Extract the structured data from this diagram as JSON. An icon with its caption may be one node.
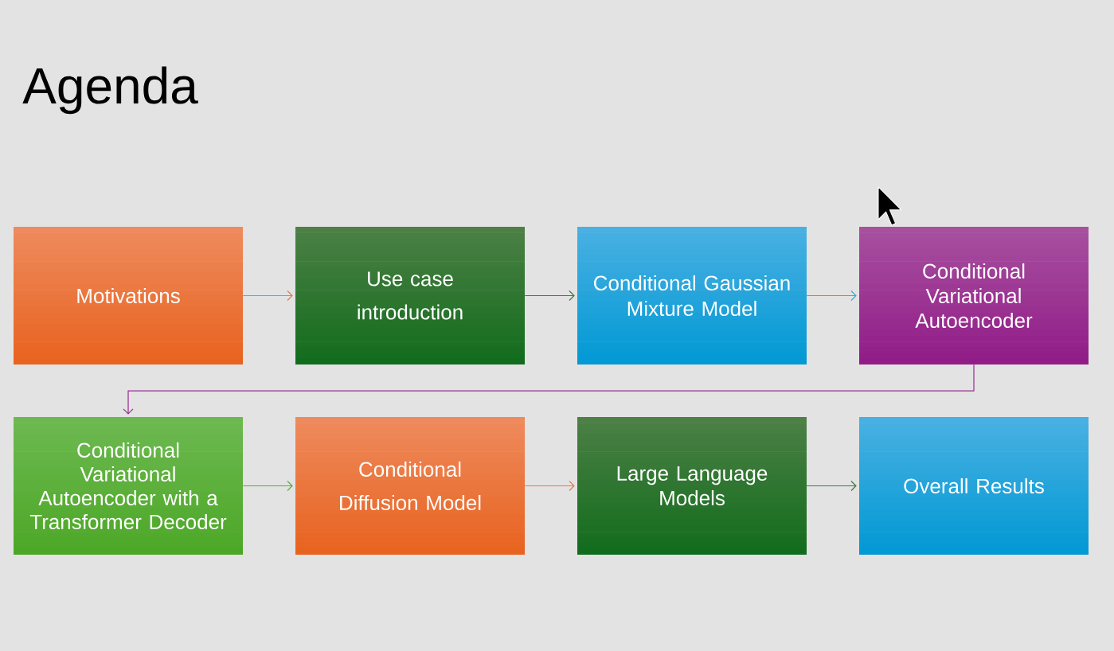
{
  "diagram": {
    "title": "Agenda",
    "nodes": [
      {
        "text": [
          "Motivations"
        ]
      },
      {
        "text": [
          "Use case introduction"
        ]
      },
      {
        "text": [
          "Conditional Gaussian Mixture Model"
        ]
      },
      {
        "text": [
          "Conditional Variational Autoencoder"
        ]
      },
      {
        "text": [
          "Conditional Variational Autoencoder with a Transformer Decoder"
        ]
      },
      {
        "text": [
          "Conditional Diffusion Model"
        ]
      },
      {
        "text": [
          "Large Language Models"
        ]
      },
      {
        "text": [
          "Overall Results"
        ]
      }
    ],
    "edges": [
      {
        "from": 0,
        "to": 1,
        "arrow": "to",
        "color": "#e8794a"
      },
      {
        "from": 1,
        "to": 2,
        "arrow": "to",
        "color": "#3e7a3a"
      },
      {
        "from": 2,
        "to": 3,
        "arrow": "to",
        "color": "#3aa8dd"
      },
      {
        "from": 3,
        "to": 4,
        "arrow": "to",
        "color": "#9a2a90"
      },
      {
        "from": 4,
        "to": 5,
        "arrow": "to",
        "color": "#5aab3e"
      },
      {
        "from": 5,
        "to": 6,
        "arrow": "to",
        "color": "#e8794a"
      },
      {
        "from": 6,
        "to": 7,
        "arrow": "to",
        "color": "#3e7a3a"
      }
    ]
  }
}
